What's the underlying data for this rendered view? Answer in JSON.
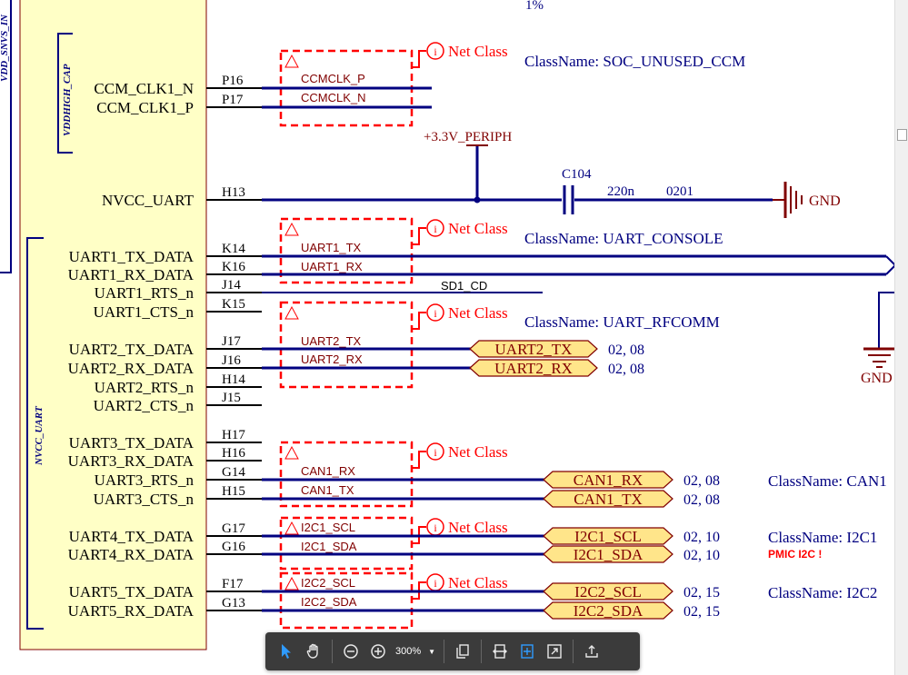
{
  "schematic": {
    "top_fragment": "1%",
    "block_labels": {
      "vdd_snvs": "VDD_SNVS_IN",
      "vddhigh_cap": "VDDHIGH_CAP",
      "nvcc_uart": "NVCC_UART"
    },
    "pins": [
      {
        "signal": "CCM_CLK1_N",
        "ball": "P16"
      },
      {
        "signal": "CCM_CLK1_P",
        "ball": "P17"
      },
      {
        "signal": "NVCC_UART",
        "ball": "H13"
      },
      {
        "signal": "UART1_TX_DATA",
        "ball": "K14"
      },
      {
        "signal": "UART1_RX_DATA",
        "ball": "K16"
      },
      {
        "signal": "UART1_RTS_n",
        "ball": "J14"
      },
      {
        "signal": "UART1_CTS_n",
        "ball": "K15"
      },
      {
        "signal": "UART2_TX_DATA",
        "ball": "J17"
      },
      {
        "signal": "UART2_RX_DATA",
        "ball": "J16"
      },
      {
        "signal": "UART2_RTS_n",
        "ball": "H14"
      },
      {
        "signal": "UART2_CTS_n",
        "ball": "J15"
      },
      {
        "signal": "UART3_TX_DATA",
        "ball": "H17"
      },
      {
        "signal": "UART3_RX_DATA",
        "ball": "H16"
      },
      {
        "signal": "UART3_RTS_n",
        "ball": "G14"
      },
      {
        "signal": "UART3_CTS_n",
        "ball": "H15"
      },
      {
        "signal": "UART4_TX_DATA",
        "ball": "G17"
      },
      {
        "signal": "UART4_RX_DATA",
        "ball": "G16"
      },
      {
        "signal": "UART5_TX_DATA",
        "ball": "F17"
      },
      {
        "signal": "UART5_RX_DATA",
        "ball": "G13"
      }
    ],
    "net_classes": [
      {
        "title": "Net Class",
        "nets": [
          "CCMCLK_P",
          "CCMCLK_N"
        ],
        "classname": "ClassName: SOC_UNUSED_CCM"
      },
      {
        "title": "Net Class",
        "nets": [
          "UART1_TX",
          "UART1_RX"
        ],
        "classname": "ClassName: UART_CONSOLE"
      },
      {
        "title": "Net Class",
        "nets": [
          "UART2_TX",
          "UART2_RX"
        ],
        "classname": "ClassName: UART_RFCOMM"
      },
      {
        "title": "Net Class",
        "nets": [
          "CAN1_RX",
          "CAN1_TX"
        ],
        "classname": "ClassName: CAN1"
      },
      {
        "title": "Net Class",
        "nets": [
          "I2C1_SCL",
          "I2C1_SDA"
        ],
        "classname": "ClassName: I2C1"
      },
      {
        "title": "Net Class",
        "nets": [
          "I2C2_SCL",
          "I2C2_SDA"
        ],
        "classname": "ClassName: I2C2"
      }
    ],
    "offpage_ports": [
      {
        "label": "UART2_TX",
        "ref": "02, 08"
      },
      {
        "label": "UART2_RX",
        "ref": "02, 08"
      },
      {
        "label": "CAN1_RX",
        "ref": "02, 08"
      },
      {
        "label": "CAN1_TX",
        "ref": "02, 08"
      },
      {
        "label": "I2C1_SCL",
        "ref": "02, 10"
      },
      {
        "label": "I2C1_SDA",
        "ref": "02, 10"
      },
      {
        "label": "I2C2_SCL",
        "ref": "02, 15"
      },
      {
        "label": "I2C2_SDA",
        "ref": "02, 15"
      }
    ],
    "power_net": "+3.3V_PERIPH",
    "capacitor": {
      "ref": "C104",
      "value": "220n",
      "package": "0201"
    },
    "ground": "GND",
    "sd_net": "SD1_CD",
    "pmic_note": "PMIC I2C !",
    "colors": {
      "block_fill": "#ffffc6",
      "wire": "#000080",
      "pin_line": "#000000",
      "net_class_box": "#ff0000",
      "port_fill": "#ffe58a",
      "ground_dark_red": "#800000",
      "text_navy": "#000080"
    }
  },
  "toolbar": {
    "zoom": "300%",
    "items": [
      {
        "name": "select-arrow-icon"
      },
      {
        "name": "hand-pan-icon"
      },
      {
        "name": "zoom-out-icon"
      },
      {
        "name": "zoom-in-icon"
      },
      {
        "name": "page-thumbnails-icon"
      },
      {
        "name": "fit-width-icon"
      },
      {
        "name": "fit-page-icon"
      },
      {
        "name": "full-screen-icon"
      },
      {
        "name": "export-upload-icon"
      }
    ]
  }
}
